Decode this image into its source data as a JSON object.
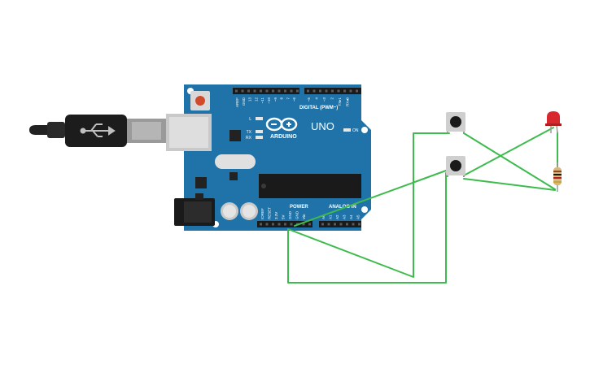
{
  "board": {
    "brand": "ARDUINO",
    "model": "UNO",
    "on_label": "ON",
    "digital_header_label": "DIGITAL (PWM~)",
    "power_label": "POWER",
    "analog_label": "ANALOG IN",
    "led_labels": [
      "L",
      "TX",
      "RX"
    ],
    "digital_pins": [
      "AREF",
      "GND",
      "13",
      "12",
      "~11",
      "~10",
      "~9",
      "8",
      "7",
      "~6",
      "~5",
      "4",
      "~3",
      "2",
      "TX▸1",
      "RX◂0"
    ],
    "power_pins": [
      "IOREF",
      "RESET",
      "3.3V",
      "5V",
      "GND",
      "GND",
      "Vin"
    ],
    "analog_pins": [
      "A0",
      "A1",
      "A2",
      "A3",
      "A4",
      "A5"
    ]
  },
  "colors": {
    "board": "#1f73a8",
    "wire": "#3dbb4d",
    "led": "#d9272e",
    "usb_cable": "#222222",
    "usb_connector": "#d9d9d9"
  },
  "components": {
    "buttons": [
      "pushbutton-1",
      "pushbutton-2"
    ],
    "led": "red-led",
    "resistor": "resistor"
  }
}
